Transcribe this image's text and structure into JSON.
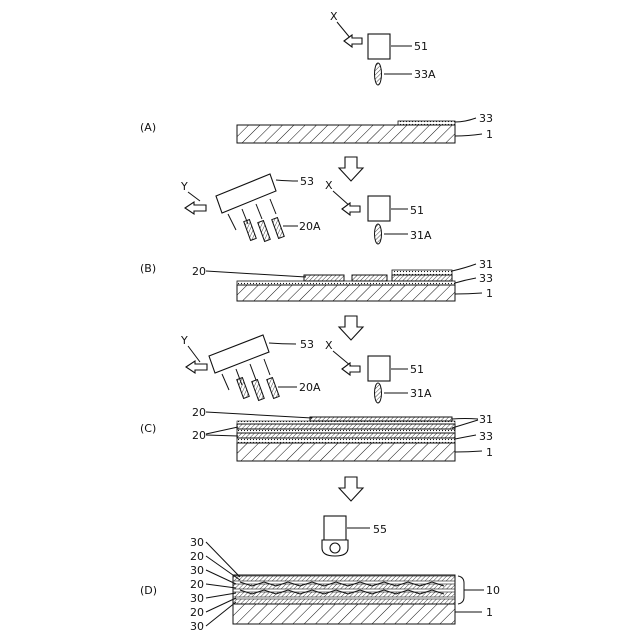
{
  "panels": {
    "a": "(A)",
    "b": "(B)",
    "c": "(C)",
    "d": "(D)"
  },
  "labels": {
    "x": "X",
    "y": "Y",
    "head_51": "51",
    "head_53": "53",
    "head_55": "55",
    "drop_33a": "33A",
    "drop_31a": "31A",
    "particles_20a": "20A",
    "layer_33": "33",
    "layer_31": "31",
    "layer_20": "20",
    "layer_30": "30",
    "substrate_1": "1",
    "stack_10": "10"
  }
}
